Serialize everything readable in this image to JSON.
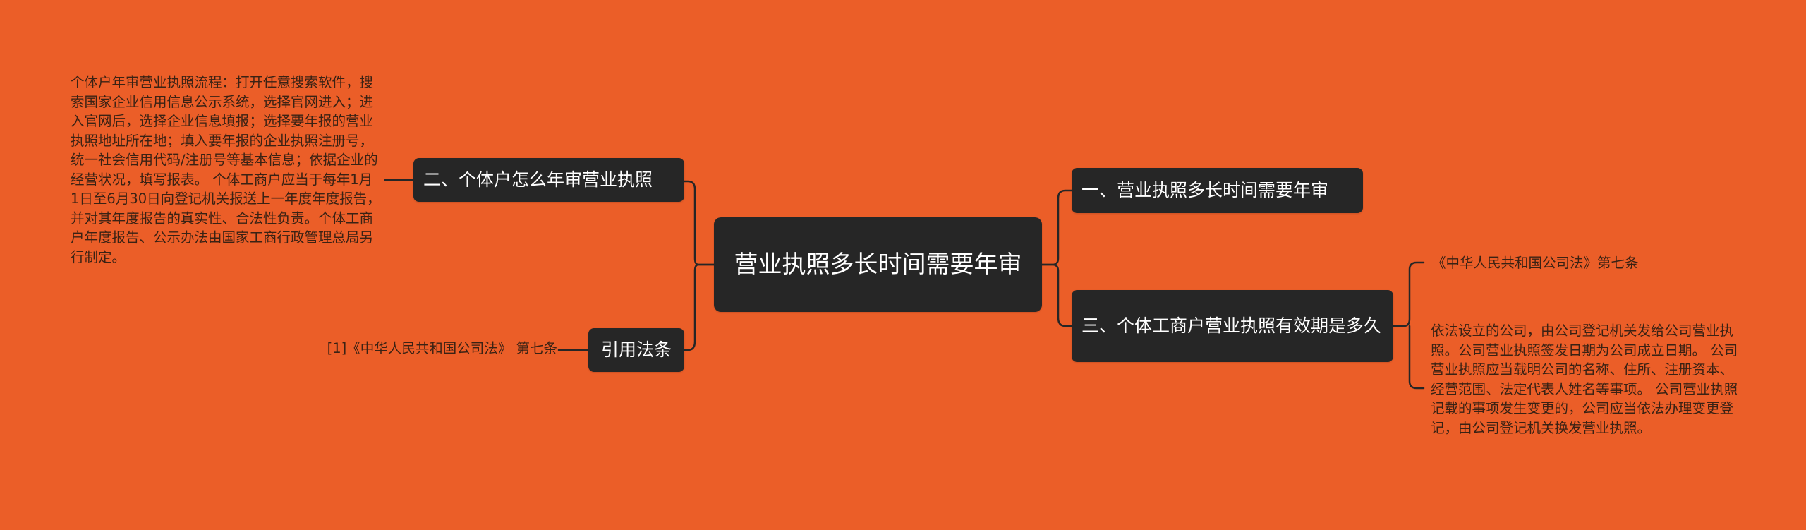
{
  "root": {
    "label": "营业执照多长时间需要年审"
  },
  "left_branches": [
    {
      "label": "二、个体户怎么年审营业执照",
      "detail": "个体户年审营业执照流程：打开任意搜索软件，搜索国家企业信用信息公示系统，选择官网进入；进入官网后，选择企业信息填报；选择要年报的营业执照地址所在地；填入要年报的企业执照注册号，统一社会信用代码/注册号等基本信息；依据企业的经营状况，填写报表。 个体工商户应当于每年1月1日至6月30日向登记机关报送上一年度年度报告，并对其年度报告的真实性、合法性负责。个体工商户年度报告、公示办法由国家工商行政管理总局另行制定。"
    },
    {
      "label": "引用法条",
      "detail": "[1]《中华人民共和国公司法》 第七条"
    }
  ],
  "right_branches": [
    {
      "label": "一、营业执照多长时间需要年审"
    },
    {
      "label": "三、个体工商户营业执照有效期是多久",
      "children": [
        "《中华人民共和国公司法》第七条",
        "依法设立的公司，由公司登记机关发给公司营业执照。公司营业执照签发日期为公司成立日期。 公司营业执照应当载明公司的名称、住所、注册资本、经营范围、法定代表人姓名等事项。 公司营业执照记载的事项发生变更的，公司应当依法办理变更登记，由公司登记机关换发营业执照。"
      ]
    }
  ],
  "colors": {
    "background": "#eb5e28",
    "node": "#262626",
    "node_text": "#ffffff",
    "connector": "#262626",
    "leaf_text": "#3a2214"
  }
}
